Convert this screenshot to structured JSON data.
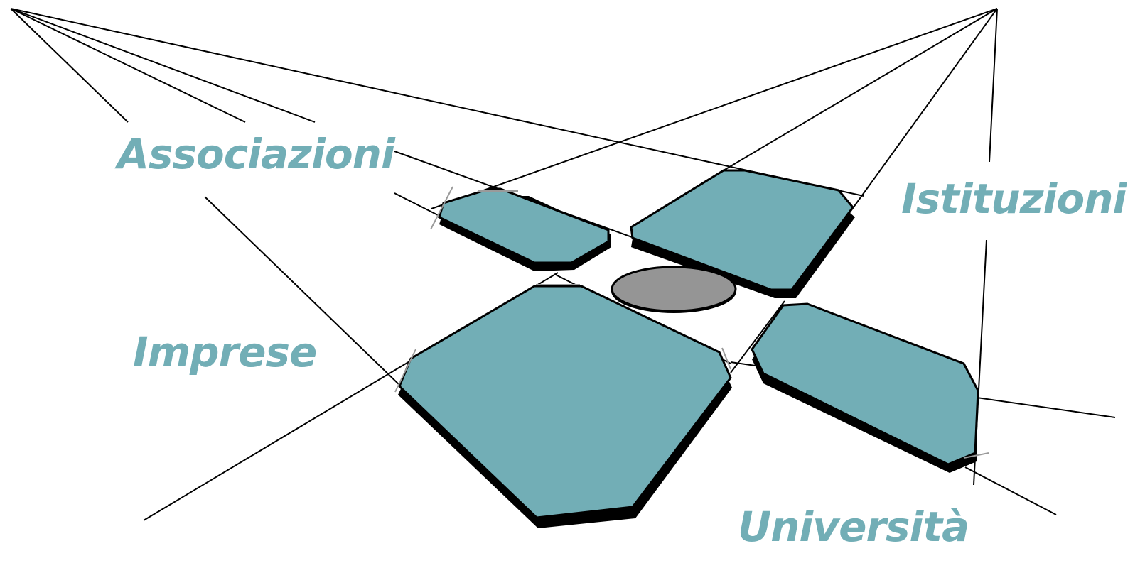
{
  "labels": {
    "associazioni": "Associazioni",
    "istituzioni": "Istituzioni",
    "imprese": "Imprese",
    "universita": "Università"
  },
  "colors": {
    "tile_fill": "#72aeb6",
    "label_text": "#72aeb6",
    "hub_fill": "#959595",
    "line": "#000000"
  }
}
